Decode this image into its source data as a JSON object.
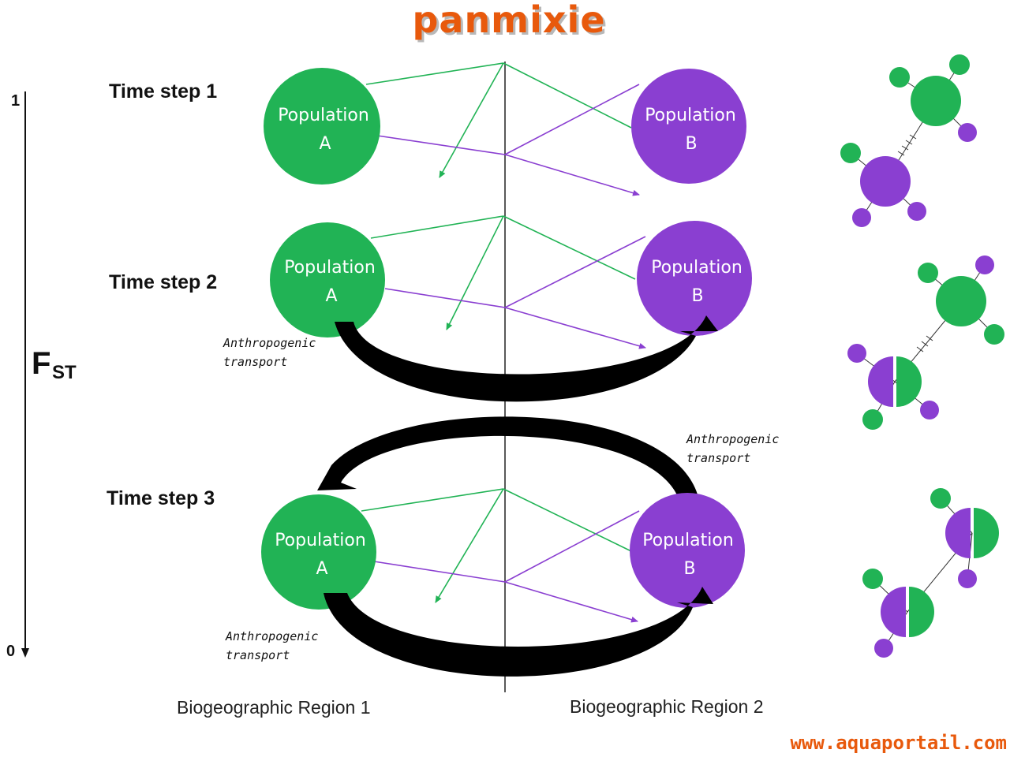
{
  "title": "panmixie",
  "axis": {
    "label": "F",
    "subscript": "ST",
    "top_value": "1",
    "bottom_value": "0"
  },
  "time_steps": [
    {
      "label": "Time step 1",
      "pop_a": [
        "Population",
        "A"
      ],
      "pop_b": [
        "Population",
        "B"
      ]
    },
    {
      "label": "Time step 2",
      "pop_a": [
        "Population",
        "A"
      ],
      "pop_b": [
        "Population",
        "B"
      ]
    },
    {
      "label": "Time step 3",
      "pop_a": [
        "Population",
        "A"
      ],
      "pop_b": [
        "Population",
        "B"
      ]
    }
  ],
  "transport_label": [
    "Anthropogenic",
    "transport"
  ],
  "regions": [
    "Biogeographic Region 1",
    "Biogeographic Region 2"
  ],
  "watermark": "www.aquaportail.com",
  "colors": {
    "green": "#21b355",
    "purple": "#8a3fd1",
    "title": "#e8590c",
    "arrow": "#000000"
  }
}
